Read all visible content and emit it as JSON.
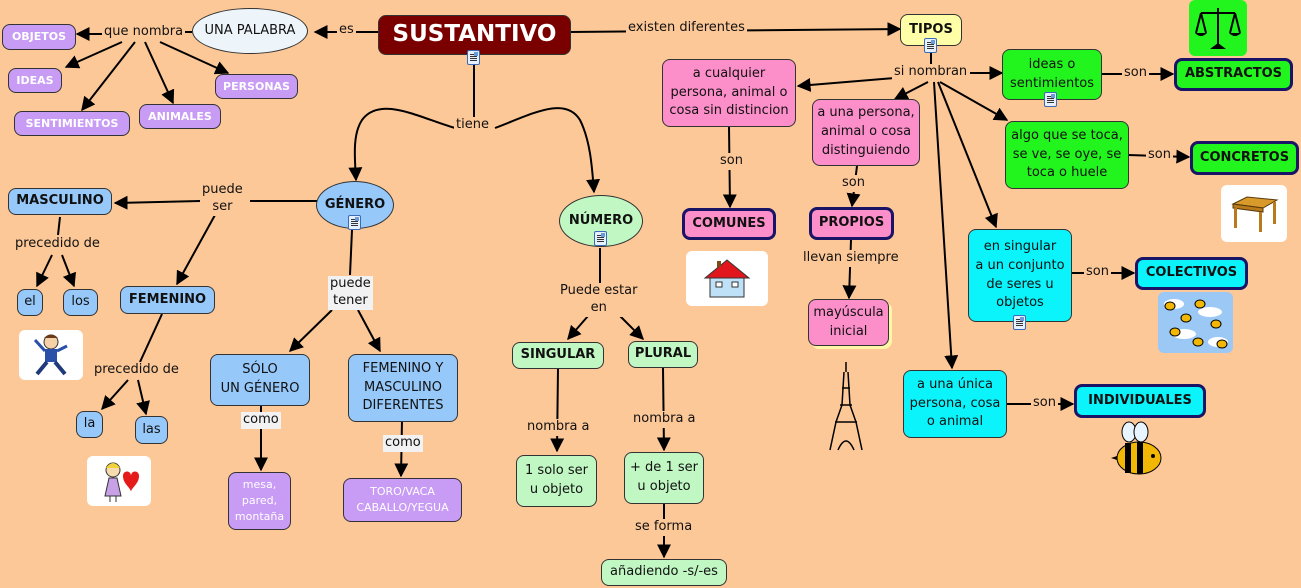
{
  "title": "SUSTANTIVO",
  "nodes": {
    "sustantivo": "SUSTANTIVO",
    "una_palabra": "UNA PALABRA",
    "objetos": "OBJETOS",
    "ideas": "IDEAS",
    "sentimientos": "SENTIMIENTOS",
    "animales": "ANIMALES",
    "personas": "PERSONAS",
    "genero": "GÉNERO",
    "numero": "NÚMERO",
    "masculino": "MASCULINO",
    "femenino": "FEMENINO",
    "el": "el",
    "los": "los",
    "la": "la",
    "las": "las",
    "solo_un_genero": "SÓLO\nUN GÉNERO",
    "fem_masc_diferentes": "FEMENINO Y\nMASCULINO\nDIFERENTES",
    "mesa_pared": "mesa,\npared,\nmontaña",
    "toro_vaca": "TORO/VACA\nCABALLO/YEGUA",
    "singular": "SINGULAR",
    "plural": "PLURAL",
    "un_solo_ser": "1 solo ser\nu objeto",
    "mas_de_un_ser": "+ de 1 ser\nu objeto",
    "anadiendo": "añadiendo -s/-es",
    "tipos": "TIPOS",
    "cualquier_persona": "a cualquier\npersona, animal o\ncosa sin distincion",
    "comunes": "COMUNES",
    "una_persona_distinguiendo": "a una persona,\nanimal o cosa\ndistinguiendo",
    "propios": "PROPIOS",
    "mayuscula_inicial": "mayúscula\ninicial",
    "ideas_sentimientos": "ideas o\nsentimientos",
    "abstractos": "ABSTRACTOS",
    "algo_que_se_toca": "algo que se toca,\nse ve, se oye, se\ntoca o huele",
    "concretos": "CONCRETOS",
    "conjunto": "en singular\na un conjunto\nde seres u\nobjetos",
    "colectivos": "COLECTIVOS",
    "unica_persona": "a una única\npersona, cosa\no animal",
    "individuales": "INDIVIDUALES"
  },
  "links": {
    "es": "es",
    "que_nombra": "que nombra",
    "existen_diferentes": "existen diferentes",
    "tiene": "tiene",
    "puede_ser": "puede\nser",
    "puede_tener": "puede\ntener",
    "precedido_de_m": "precedido de",
    "precedido_de_f": "precedido de",
    "como_1": "como",
    "como_2": "como",
    "puede_estar_en": "Puede estar\nen",
    "nombra_a_1": "nombra a",
    "nombra_a_2": "nombra a",
    "se_forma": "se forma",
    "si_nombran": "si nombran",
    "son_comunes": "son",
    "son_propios": "son",
    "llevan_siempre": "llevan siempre",
    "son_abstractos": "son",
    "son_concretos": "son",
    "son_colectivos": "son",
    "son_individuales": "son"
  },
  "images": {
    "balance": "balance-scale-icon",
    "house": "house-icon",
    "table": "table-icon",
    "bees": "bees-swarm-icon",
    "eiffel": "eiffel-tower-icon",
    "bee": "bee-icon",
    "boy": "boy-icon",
    "girl": "girl-heart-icon"
  },
  "colors": {
    "background": "#fdc898",
    "sustantivo": "#7a0000",
    "purple": "#c89bf5",
    "blue": "#96c8fa",
    "green": "#c1f7c3",
    "pink": "#fc8fc9",
    "lime": "#22f51e",
    "cyan": "#0bf4fb",
    "yellow": "#ffffa8"
  }
}
